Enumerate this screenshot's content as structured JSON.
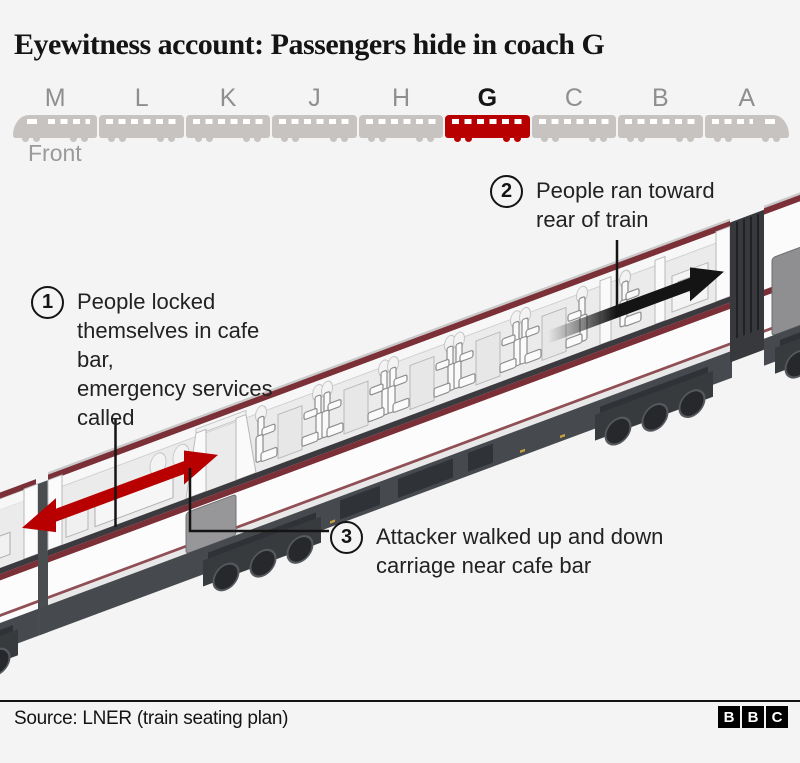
{
  "title": "Eyewitness account: Passengers hide in coach G",
  "train_strip": {
    "front_label": "Front",
    "coaches": [
      {
        "label": "M"
      },
      {
        "label": "L"
      },
      {
        "label": "K"
      },
      {
        "label": "J"
      },
      {
        "label": "H"
      },
      {
        "label": "G",
        "highlighted": true
      },
      {
        "label": "C"
      },
      {
        "label": "B"
      },
      {
        "label": "A"
      }
    ],
    "highlight_color": "#b80000",
    "coach_color": "#c6c3c1"
  },
  "annotations": [
    {
      "number": "1",
      "lines": [
        "People locked",
        "themselves in cafe bar,",
        "emergency services",
        "called"
      ]
    },
    {
      "number": "2",
      "lines": [
        "People ran toward",
        "rear of train"
      ]
    },
    {
      "number": "3",
      "lines": [
        "Attacker walked up and down",
        "carriage near cafe bar"
      ]
    }
  ],
  "diagram": {
    "attacker_arrow_color": "#b80000",
    "passenger_arrow_color": "#141414",
    "livery_stripe_color": "#7b3037"
  },
  "footer": {
    "source": "Source: LNER (train seating plan)",
    "logo_letters": [
      "B",
      "B",
      "C"
    ]
  }
}
